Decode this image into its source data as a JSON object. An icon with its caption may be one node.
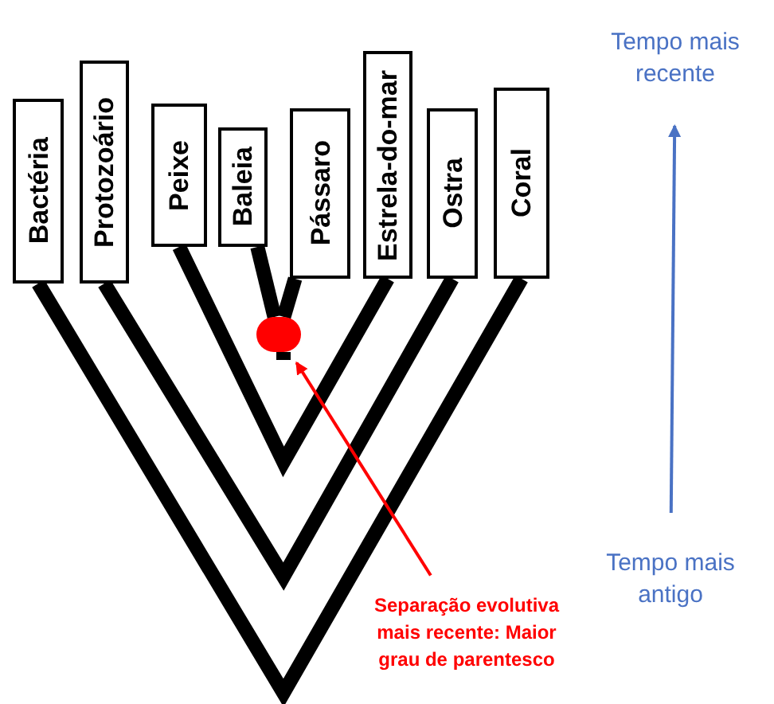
{
  "diagram": {
    "nodes": [
      {
        "text": [
          "Bactéria"
        ]
      },
      {
        "text": [
          "Protozoário"
        ]
      },
      {
        "text": [
          "Peixe"
        ]
      },
      {
        "text": [
          "Baleia"
        ]
      },
      {
        "text": [
          "Pássaro"
        ]
      },
      {
        "text": [
          "Estrela-do-mar"
        ]
      },
      {
        "text": [
          "Ostra"
        ]
      },
      {
        "text": [
          "Coral"
        ]
      },
      {
        "text": [],
        "shape": "circle"
      },
      {
        "text": [
          "Separação evolutiva mais recente: Maior grau de parentesco"
        ]
      },
      {
        "text": [
          "Tempo mais recente"
        ]
      },
      {
        "text": [
          "Tempo mais antigo"
        ]
      }
    ],
    "edges": [
      {
        "from": 9,
        "to": 8,
        "arrow": "to",
        "color": "#ff0000"
      },
      {
        "from": 11,
        "to": 10,
        "arrow": "to",
        "color": "#4a72c4"
      },
      {
        "from": 3,
        "to": 8,
        "arrow": "none",
        "style": "thick",
        "color": "#000000"
      },
      {
        "from": 4,
        "to": 8,
        "arrow": "none",
        "style": "thick",
        "color": "#000000"
      }
    ]
  }
}
